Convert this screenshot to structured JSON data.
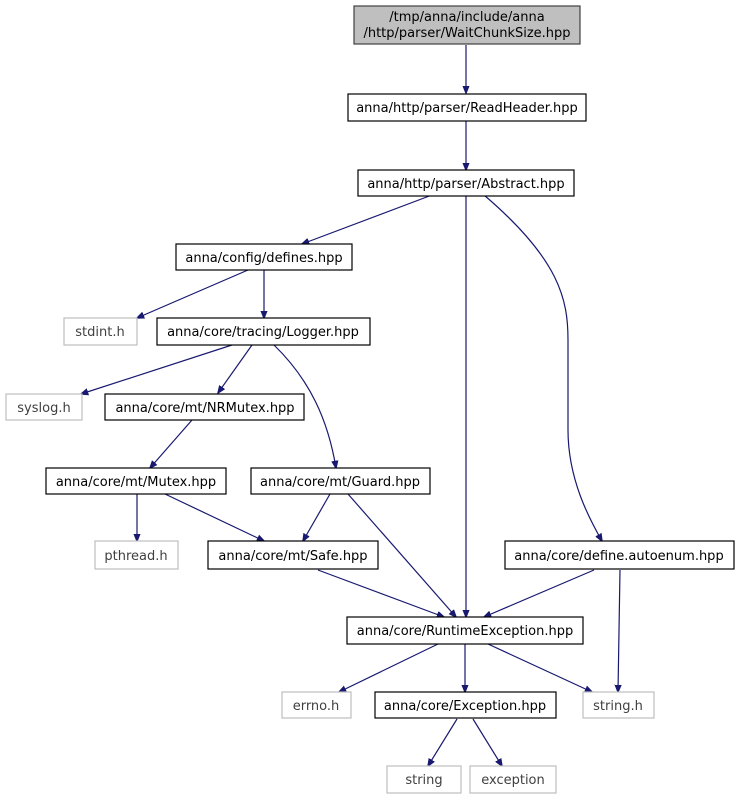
{
  "diagram": {
    "nodes": {
      "root_line1": "/tmp/anna/include/anna",
      "root_line2": "/http/parser/WaitChunkSize.hpp",
      "read_header": "anna/http/parser/ReadHeader.hpp",
      "abstract": "anna/http/parser/Abstract.hpp",
      "config_defines": "anna/config/defines.hpp",
      "stdint": "stdint.h",
      "logger": "anna/core/tracing/Logger.hpp",
      "syslog": "syslog.h",
      "nrmutex": "anna/core/mt/NRMutex.hpp",
      "mutex": "anna/core/mt/Mutex.hpp",
      "guard": "anna/core/mt/Guard.hpp",
      "pthread": "pthread.h",
      "safe": "anna/core/mt/Safe.hpp",
      "autoenum": "anna/core/define.autoenum.hpp",
      "runtime_exception": "anna/core/RuntimeException.hpp",
      "errno": "errno.h",
      "exception_hpp": "anna/core/Exception.hpp",
      "string_h": "string.h",
      "string": "string",
      "exception": "exception"
    },
    "colors": {
      "edge": "#191970",
      "root_fill": "#bfbfbf",
      "system_header_border": "#bfbfbf"
    }
  }
}
